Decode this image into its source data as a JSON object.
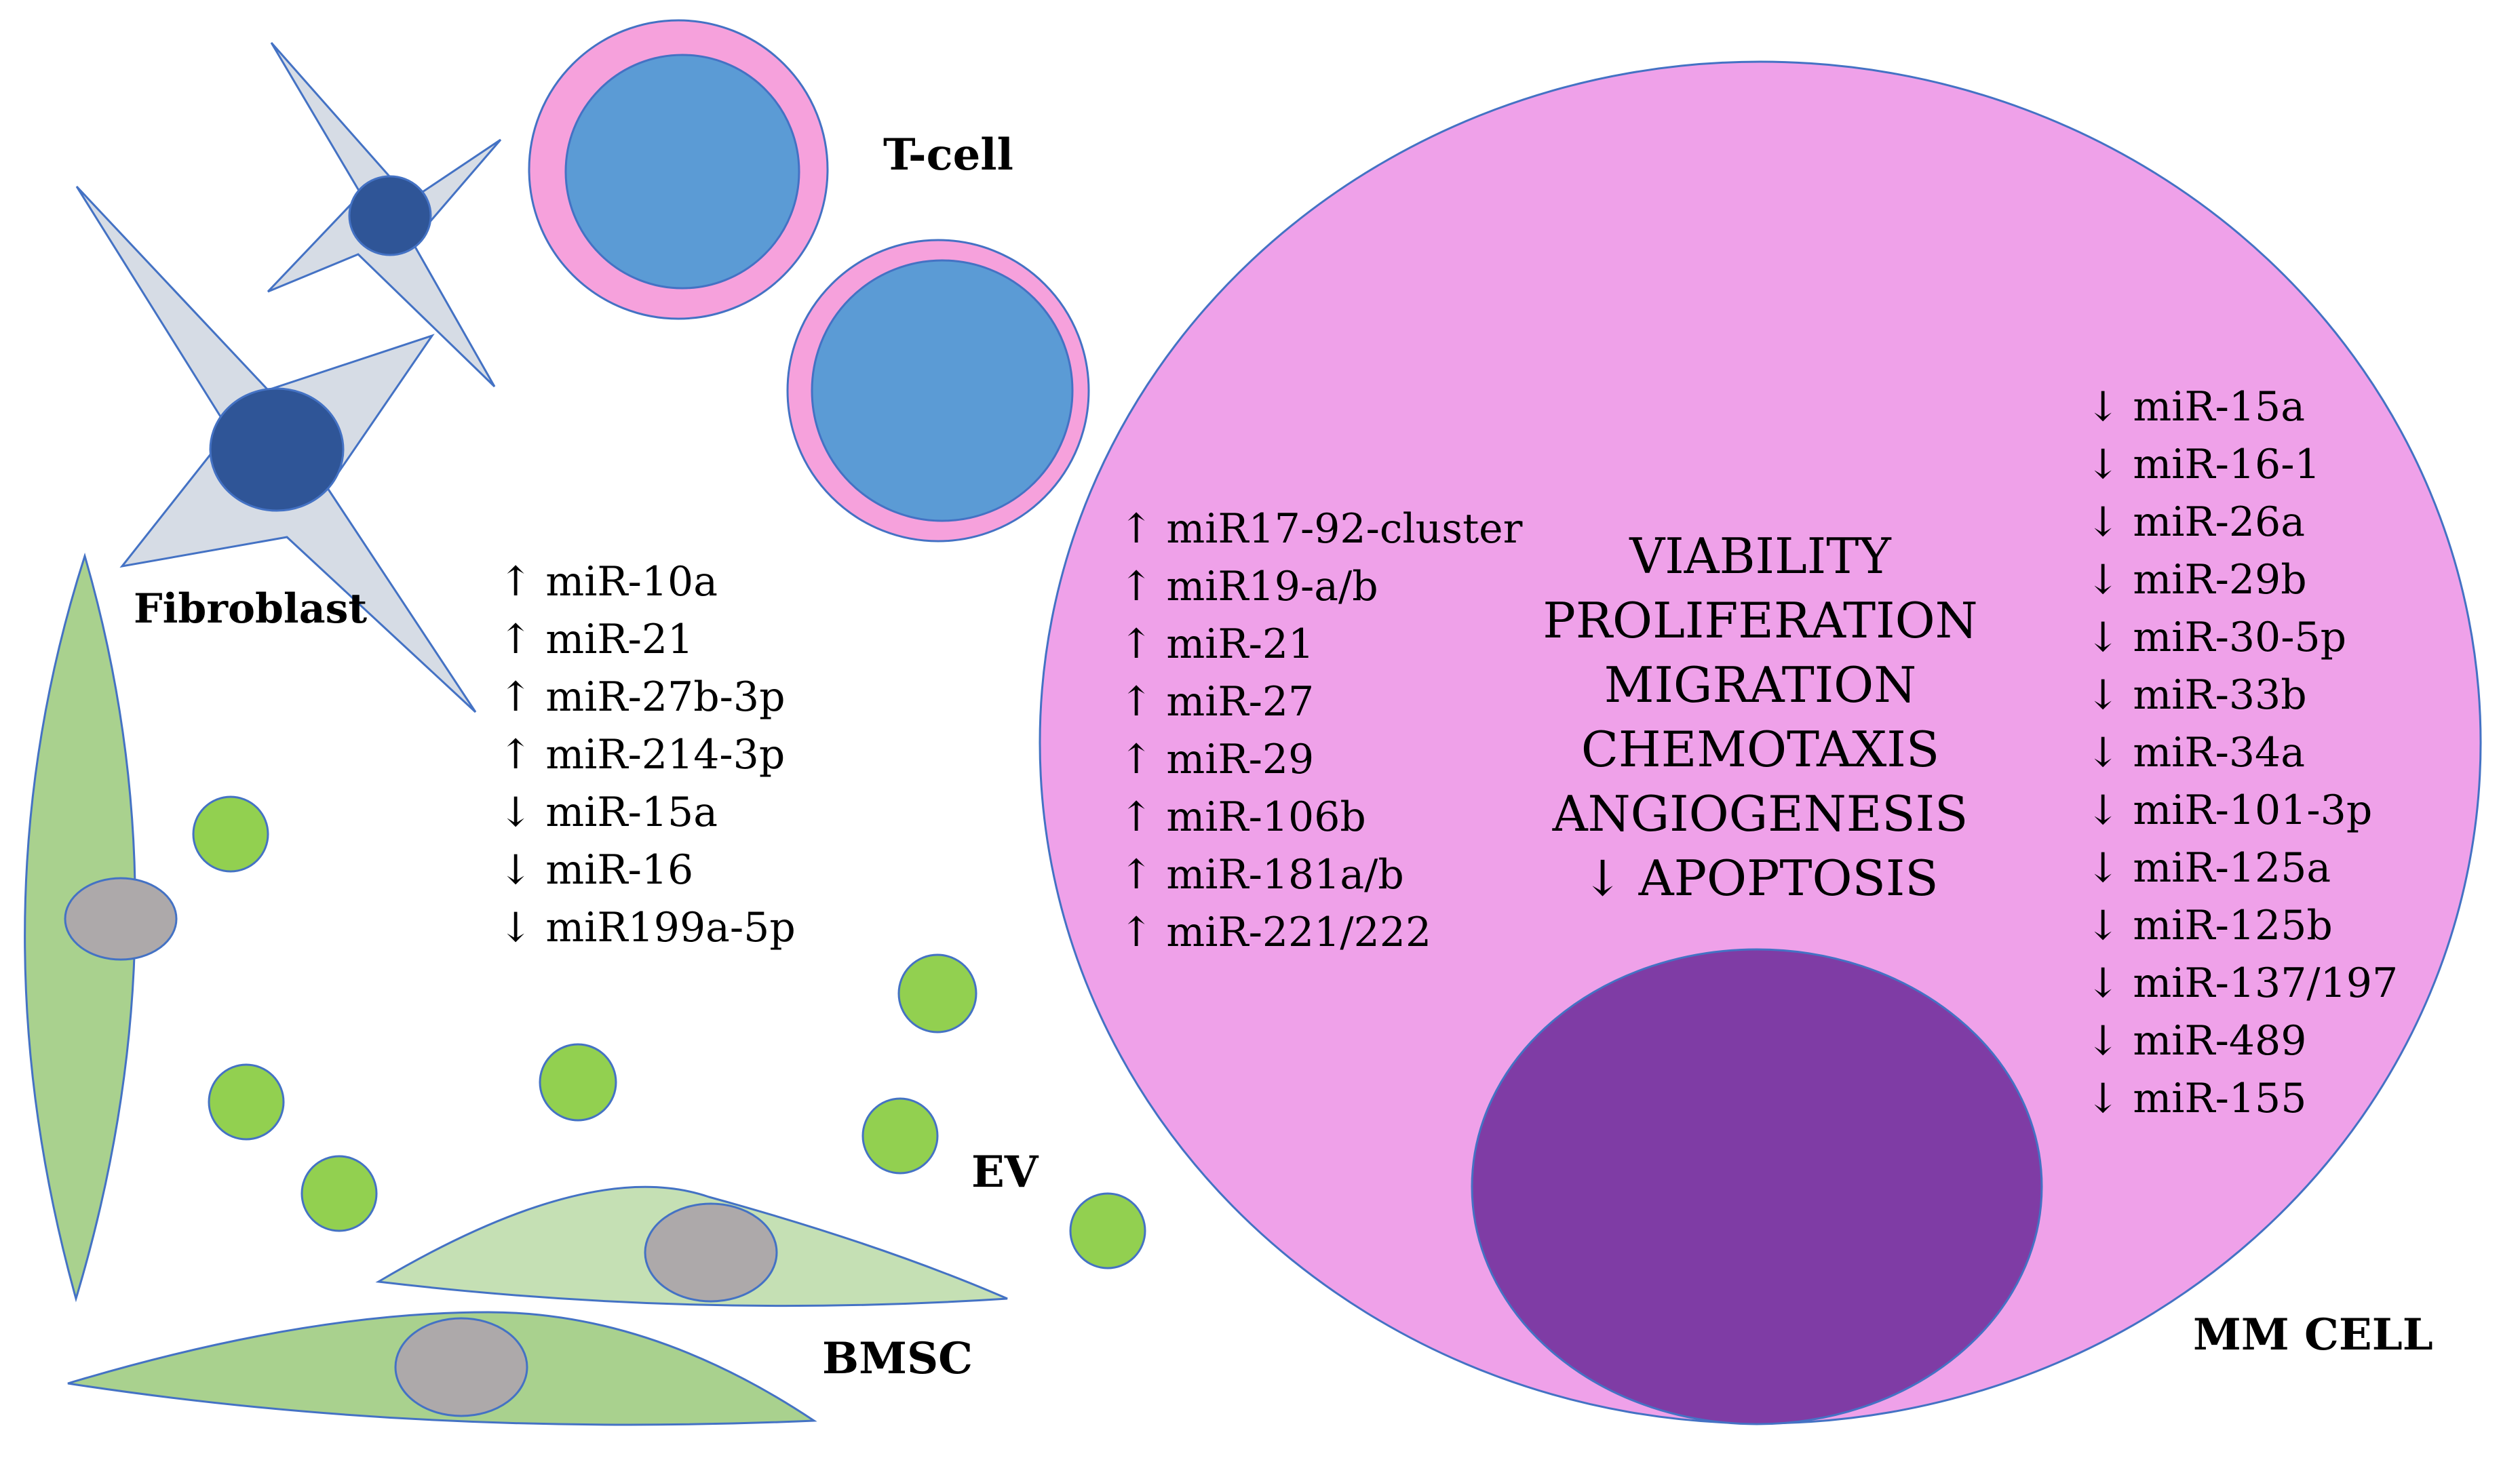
{
  "labels": {
    "t_cell": "T-cell",
    "fibroblast": "Fibroblast",
    "ev": "EV",
    "bmsc": "BMSC",
    "mm_cell": "MM CELL"
  },
  "middle_list": [
    "↑ miR-10a",
    "↑ miR-21",
    "↑ miR-27b-3p",
    "↑ miR-214-3p",
    "↓ miR-15a",
    "↓ miR-16",
    "↓ miR199a-5p"
  ],
  "mm_up_list": [
    "↑ miR17-92-cluster",
    "↑ miR19-a/b",
    "↑ miR-21",
    "↑ miR-27",
    "↑ miR-29",
    "↑ miR-106b",
    "↑ miR-181a/b",
    "↑ miR-221/222"
  ],
  "effects": [
    "VIABILITY",
    "PROLIFERATION",
    "MIGRATION",
    "CHEMOTAXIS",
    "ANGIOGENESIS",
    "↓ APOPTOSIS"
  ],
  "mm_down_list": [
    "↓ miR-15a",
    "↓ miR-16-1",
    "↓ miR-26a",
    "↓ miR-29b",
    "↓ miR-30-5p",
    "↓ miR-33b",
    "↓ miR-34a",
    "↓ miR-101-3p",
    "↓ miR-125a",
    "↓ miR-125b",
    "↓ miR-137/197",
    "↓ miR-489",
    "↓ miR-155"
  ],
  "colors": {
    "mm_cell_fill": "#EFA1E9",
    "mm_nucleus_fill": "#7F3CA5",
    "tcell_ring": "#F6A1DC",
    "tcell_core": "#5B9BD5",
    "fibroblast_body": "#D6DCE5",
    "fibroblast_nucleus": "#2F5597",
    "bmsc_dark": "#A9D18E",
    "bmsc_light": "#C5E0B4",
    "bmsc_nucleus": "#ADA9AA",
    "ev_fill": "#92D050",
    "outline": "#4472C4"
  }
}
